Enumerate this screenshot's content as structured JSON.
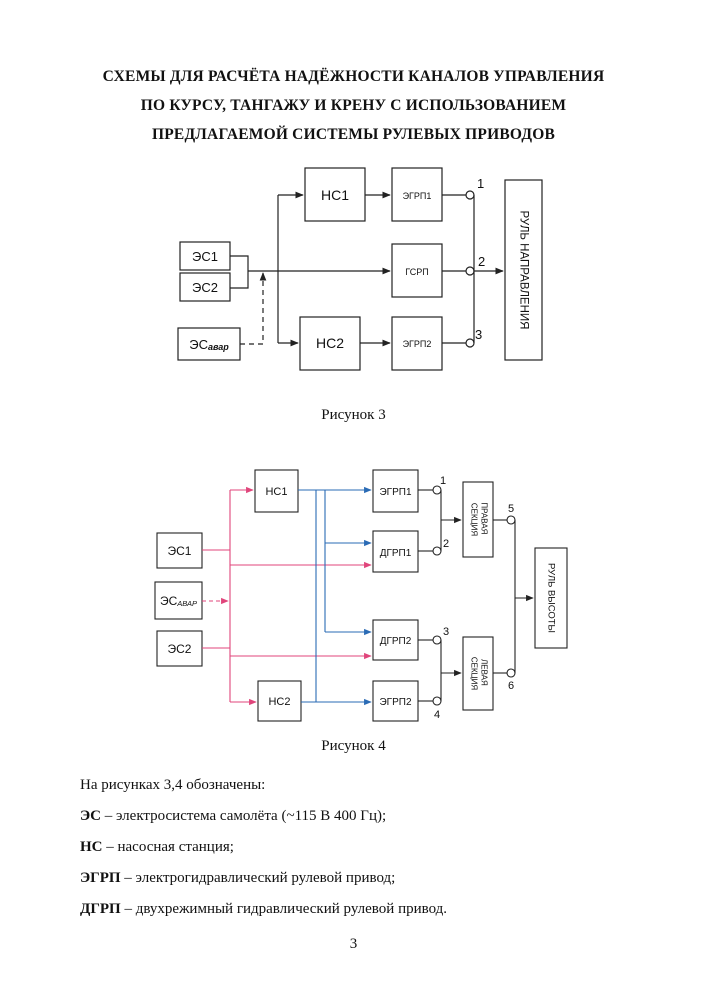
{
  "title": {
    "lines": [
      "СХЕМЫ ДЛЯ РАСЧЁТА НАДЁЖНОСТИ КАНАЛОВ УПРАВЛЕНИЯ",
      "ПО КУРСУ, ТАНГАЖУ И КРЕНУ С ИСПОЛЬЗОВАНИЕМ",
      "ПРЕДЛАГАЕМОЙ СИСТЕМЫ РУЛЕВЫХ ПРИВОДОВ"
    ]
  },
  "figure3": {
    "caption": "Рисунок 3",
    "blocks": {
      "es1": "ЭС1",
      "es2": "ЭС2",
      "es_avar_main": "ЭС",
      "es_avar_sub": "авар",
      "ns1": "НС1",
      "ns2": "НС2",
      "egrp1": "ЭГРП1",
      "gsrp": "ГСРП",
      "egrp2": "ЭГРП2",
      "rudder": "РУЛЬ НАПРАВЛЕНИЯ"
    },
    "nodes": [
      "1",
      "2",
      "3"
    ]
  },
  "figure4": {
    "caption": "Рисунок 4",
    "blocks": {
      "es1": "ЭС1",
      "es_avar_main": "ЭС",
      "es_avar_sub": "АВАР",
      "es2": "ЭС2",
      "ns1": "НС1",
      "ns2": "НС2",
      "egrp1": "ЭГРП1",
      "dgrp1": "ДГРП1",
      "dgrp2": "ДГРП2",
      "egrp2": "ЭГРП2",
      "right_section_l1": "ПРАВАЯ",
      "right_section_l2": "СЕКЦИЯ",
      "left_section_l1": "ЛЕВАЯ",
      "left_section_l2": "СЕКЦИЯ",
      "elevator": "РУЛЬ ВЫСОТЫ"
    },
    "nodes": [
      "1",
      "2",
      "3",
      "4",
      "5",
      "6"
    ],
    "colors": {
      "power": "#e0457b",
      "hydraulic": "#2a6bb5",
      "line": "#222222"
    }
  },
  "legend": {
    "intro": "На рисунках 3,4 обозначены:",
    "items": [
      {
        "term": "ЭС",
        "text": " – электросистема самолёта (~115 В 400 Гц);"
      },
      {
        "term": "НС",
        "text": " – насосная станция;"
      },
      {
        "term": "ЭГРП",
        "text": " – электрогидравлический рулевой привод;"
      },
      {
        "term": "ДГРП",
        "text": " – двухрежимный гидравлический рулевой привод."
      }
    ]
  },
  "page_number": "3"
}
